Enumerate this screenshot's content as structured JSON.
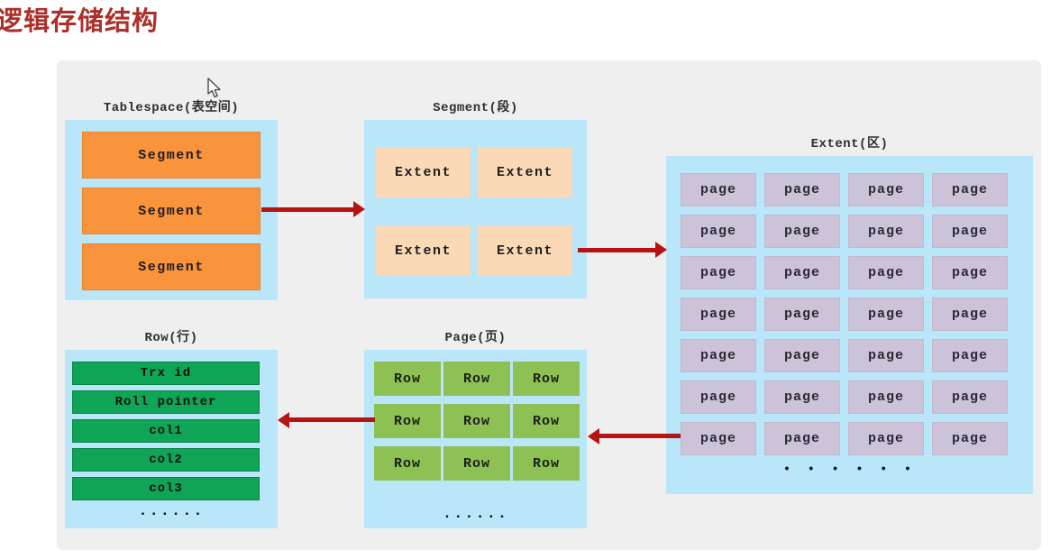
{
  "title": "逻辑存储结构",
  "colors": {
    "title_red": "#ad2f2a",
    "arrow_red": "#b51412",
    "panel_gray": "#efeff0",
    "container_blue": "#b9e6f8",
    "segment_orange": "#f9943d",
    "extent_peach": "#fbd9b7",
    "page_purple": "#cdc3d8",
    "row_green": "#8dc153",
    "field_green": "#0fa557"
  },
  "tablespace": {
    "label": "Tablespace(表空间)",
    "segments": [
      "Segment",
      "Segment",
      "Segment"
    ]
  },
  "segment": {
    "label": "Segment(段)",
    "extents": [
      "Extent",
      "Extent",
      "Extent",
      "Extent"
    ]
  },
  "extent": {
    "label": "Extent(区)",
    "pages": [
      "page",
      "page",
      "page",
      "page",
      "page",
      "page",
      "page",
      "page",
      "page",
      "page",
      "page",
      "page",
      "page",
      "page",
      "page",
      "page",
      "page",
      "page",
      "page",
      "page",
      "page",
      "page",
      "page",
      "page",
      "page",
      "page",
      "page",
      "page"
    ],
    "ellipsis": "• • • • • •"
  },
  "page": {
    "label": "Page(页)",
    "rows": [
      "Row",
      "Row",
      "Row",
      "Row",
      "Row",
      "Row",
      "Row",
      "Row",
      "Row"
    ],
    "ellipsis": "......"
  },
  "row": {
    "label": "Row(行)",
    "fields": [
      "Trx id",
      "Roll pointer",
      "col1",
      "col2",
      "col3"
    ],
    "ellipsis": "......"
  }
}
